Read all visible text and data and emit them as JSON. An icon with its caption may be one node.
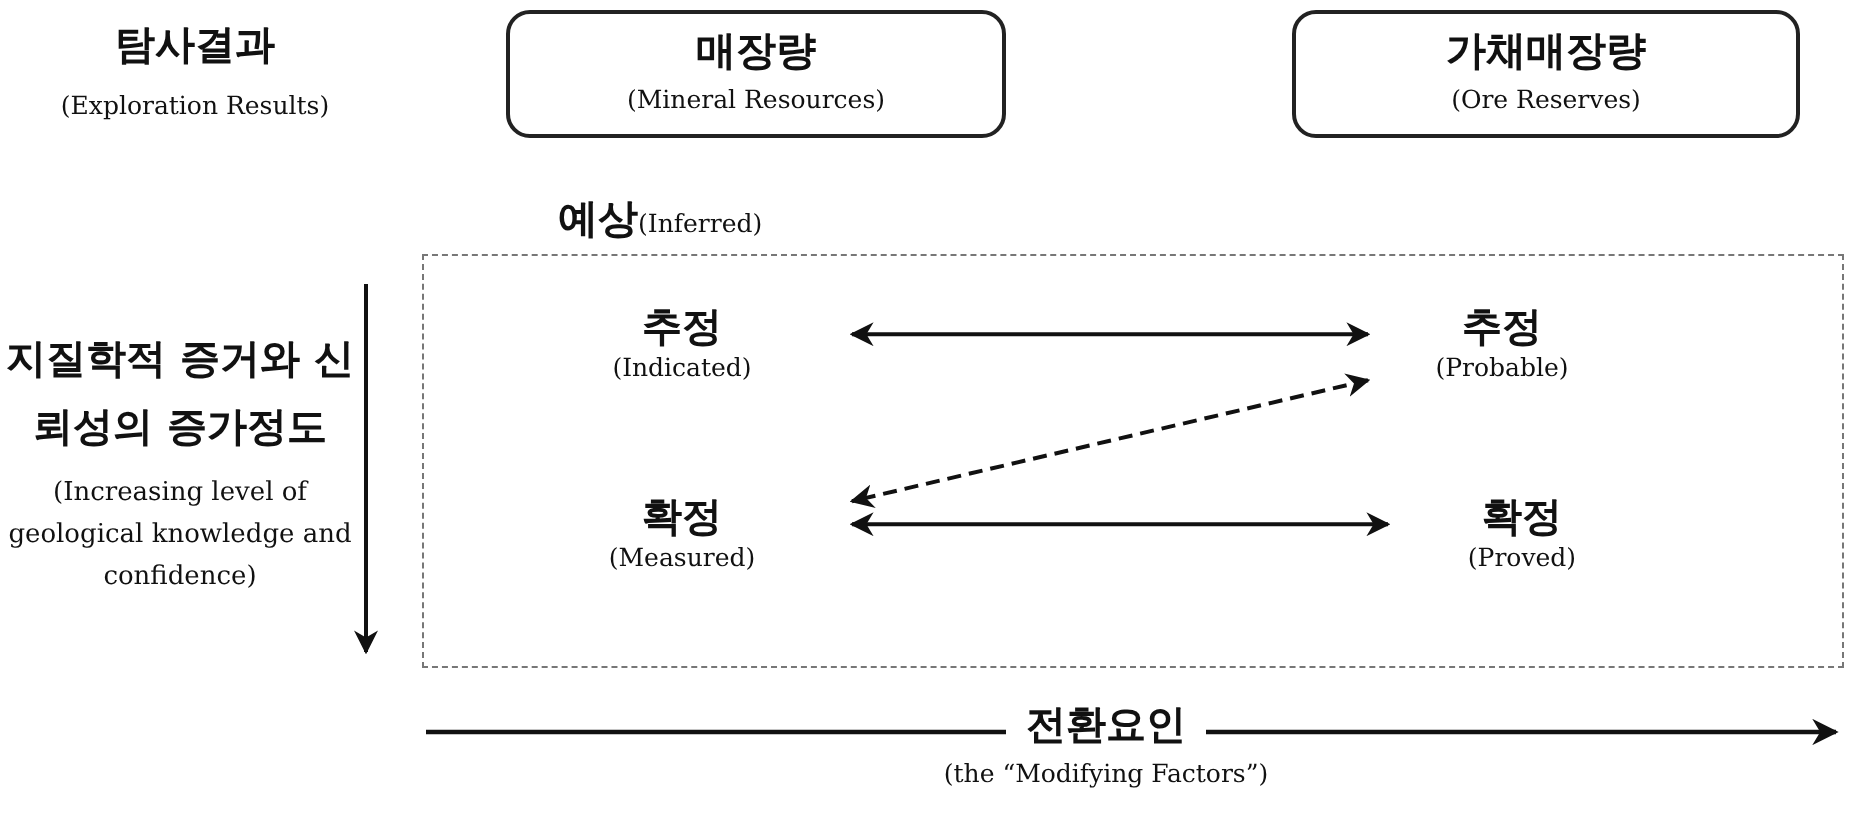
{
  "diagram": {
    "nodes": [
      {
        "text": [
          "매장량",
          "(Mineral Resources)"
        ]
      },
      {
        "text": [
          "가채매장량",
          "(Ore Reserves)"
        ]
      },
      {
        "text": [
          "예상",
          "(Inferred)"
        ]
      },
      {
        "text": [
          "추정",
          "(Indicated)"
        ],
        "in": 2
      },
      {
        "text": [
          "확정",
          "(Measured)"
        ],
        "in": 2
      },
      {
        "text": [
          "추정",
          "(Probable)"
        ],
        "in": 2
      },
      {
        "text": [
          "확정",
          "(Proved)"
        ],
        "in": 2
      }
    ],
    "edges": [
      {
        "from": 3,
        "to": 5,
        "arrow": "both"
      },
      {
        "from": 5,
        "to": 4,
        "arrow": "both",
        "style": "dashed"
      },
      {
        "from": 4,
        "to": 6,
        "arrow": "both"
      }
    ],
    "labels": [
      "탐사결과",
      "(Exploration Results)",
      "지질학적 증거와 신뢰성의 증가정도",
      "(Increasing level of geological knowledge and confidence)",
      "전환요인",
      "(the “Modifying Factors”)"
    ]
  }
}
